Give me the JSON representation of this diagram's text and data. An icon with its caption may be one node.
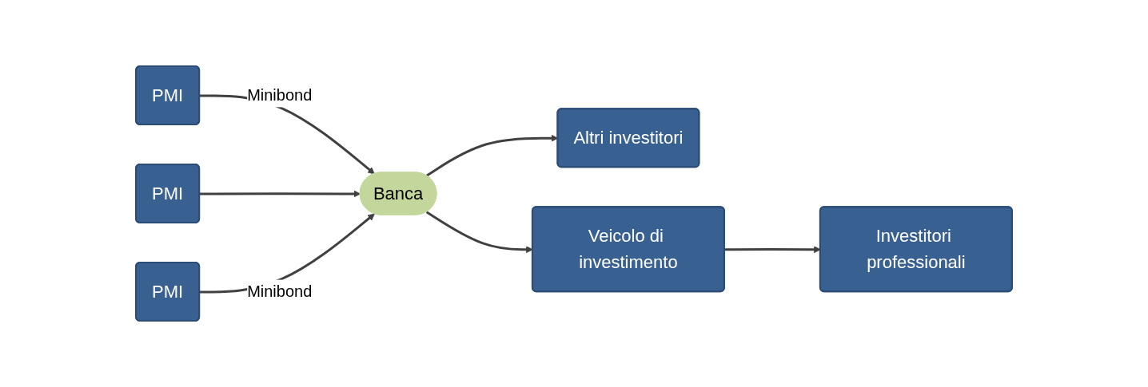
{
  "diagram": {
    "nodes": [
      {
        "text": [
          "PMI"
        ]
      },
      {
        "text": [
          "PMI"
        ]
      },
      {
        "text": [
          "PMI"
        ]
      },
      {
        "text": [
          "Banca"
        ]
      },
      {
        "text": [
          "Altri investitori"
        ]
      },
      {
        "text": [
          "Veicolo di investimento"
        ]
      },
      {
        "text": [
          "Investitori professionali"
        ]
      }
    ],
    "edges": [
      {
        "from": 0,
        "to": 3,
        "arrow": "to",
        "label": "Minibond"
      },
      {
        "from": 1,
        "to": 3,
        "arrow": "to"
      },
      {
        "from": 2,
        "to": 3,
        "arrow": "to",
        "label": "Minibond"
      },
      {
        "from": 3,
        "to": 4,
        "arrow": "to"
      },
      {
        "from": 3,
        "to": 5,
        "arrow": "to"
      },
      {
        "from": 5,
        "to": 6,
        "arrow": "to"
      }
    ]
  }
}
